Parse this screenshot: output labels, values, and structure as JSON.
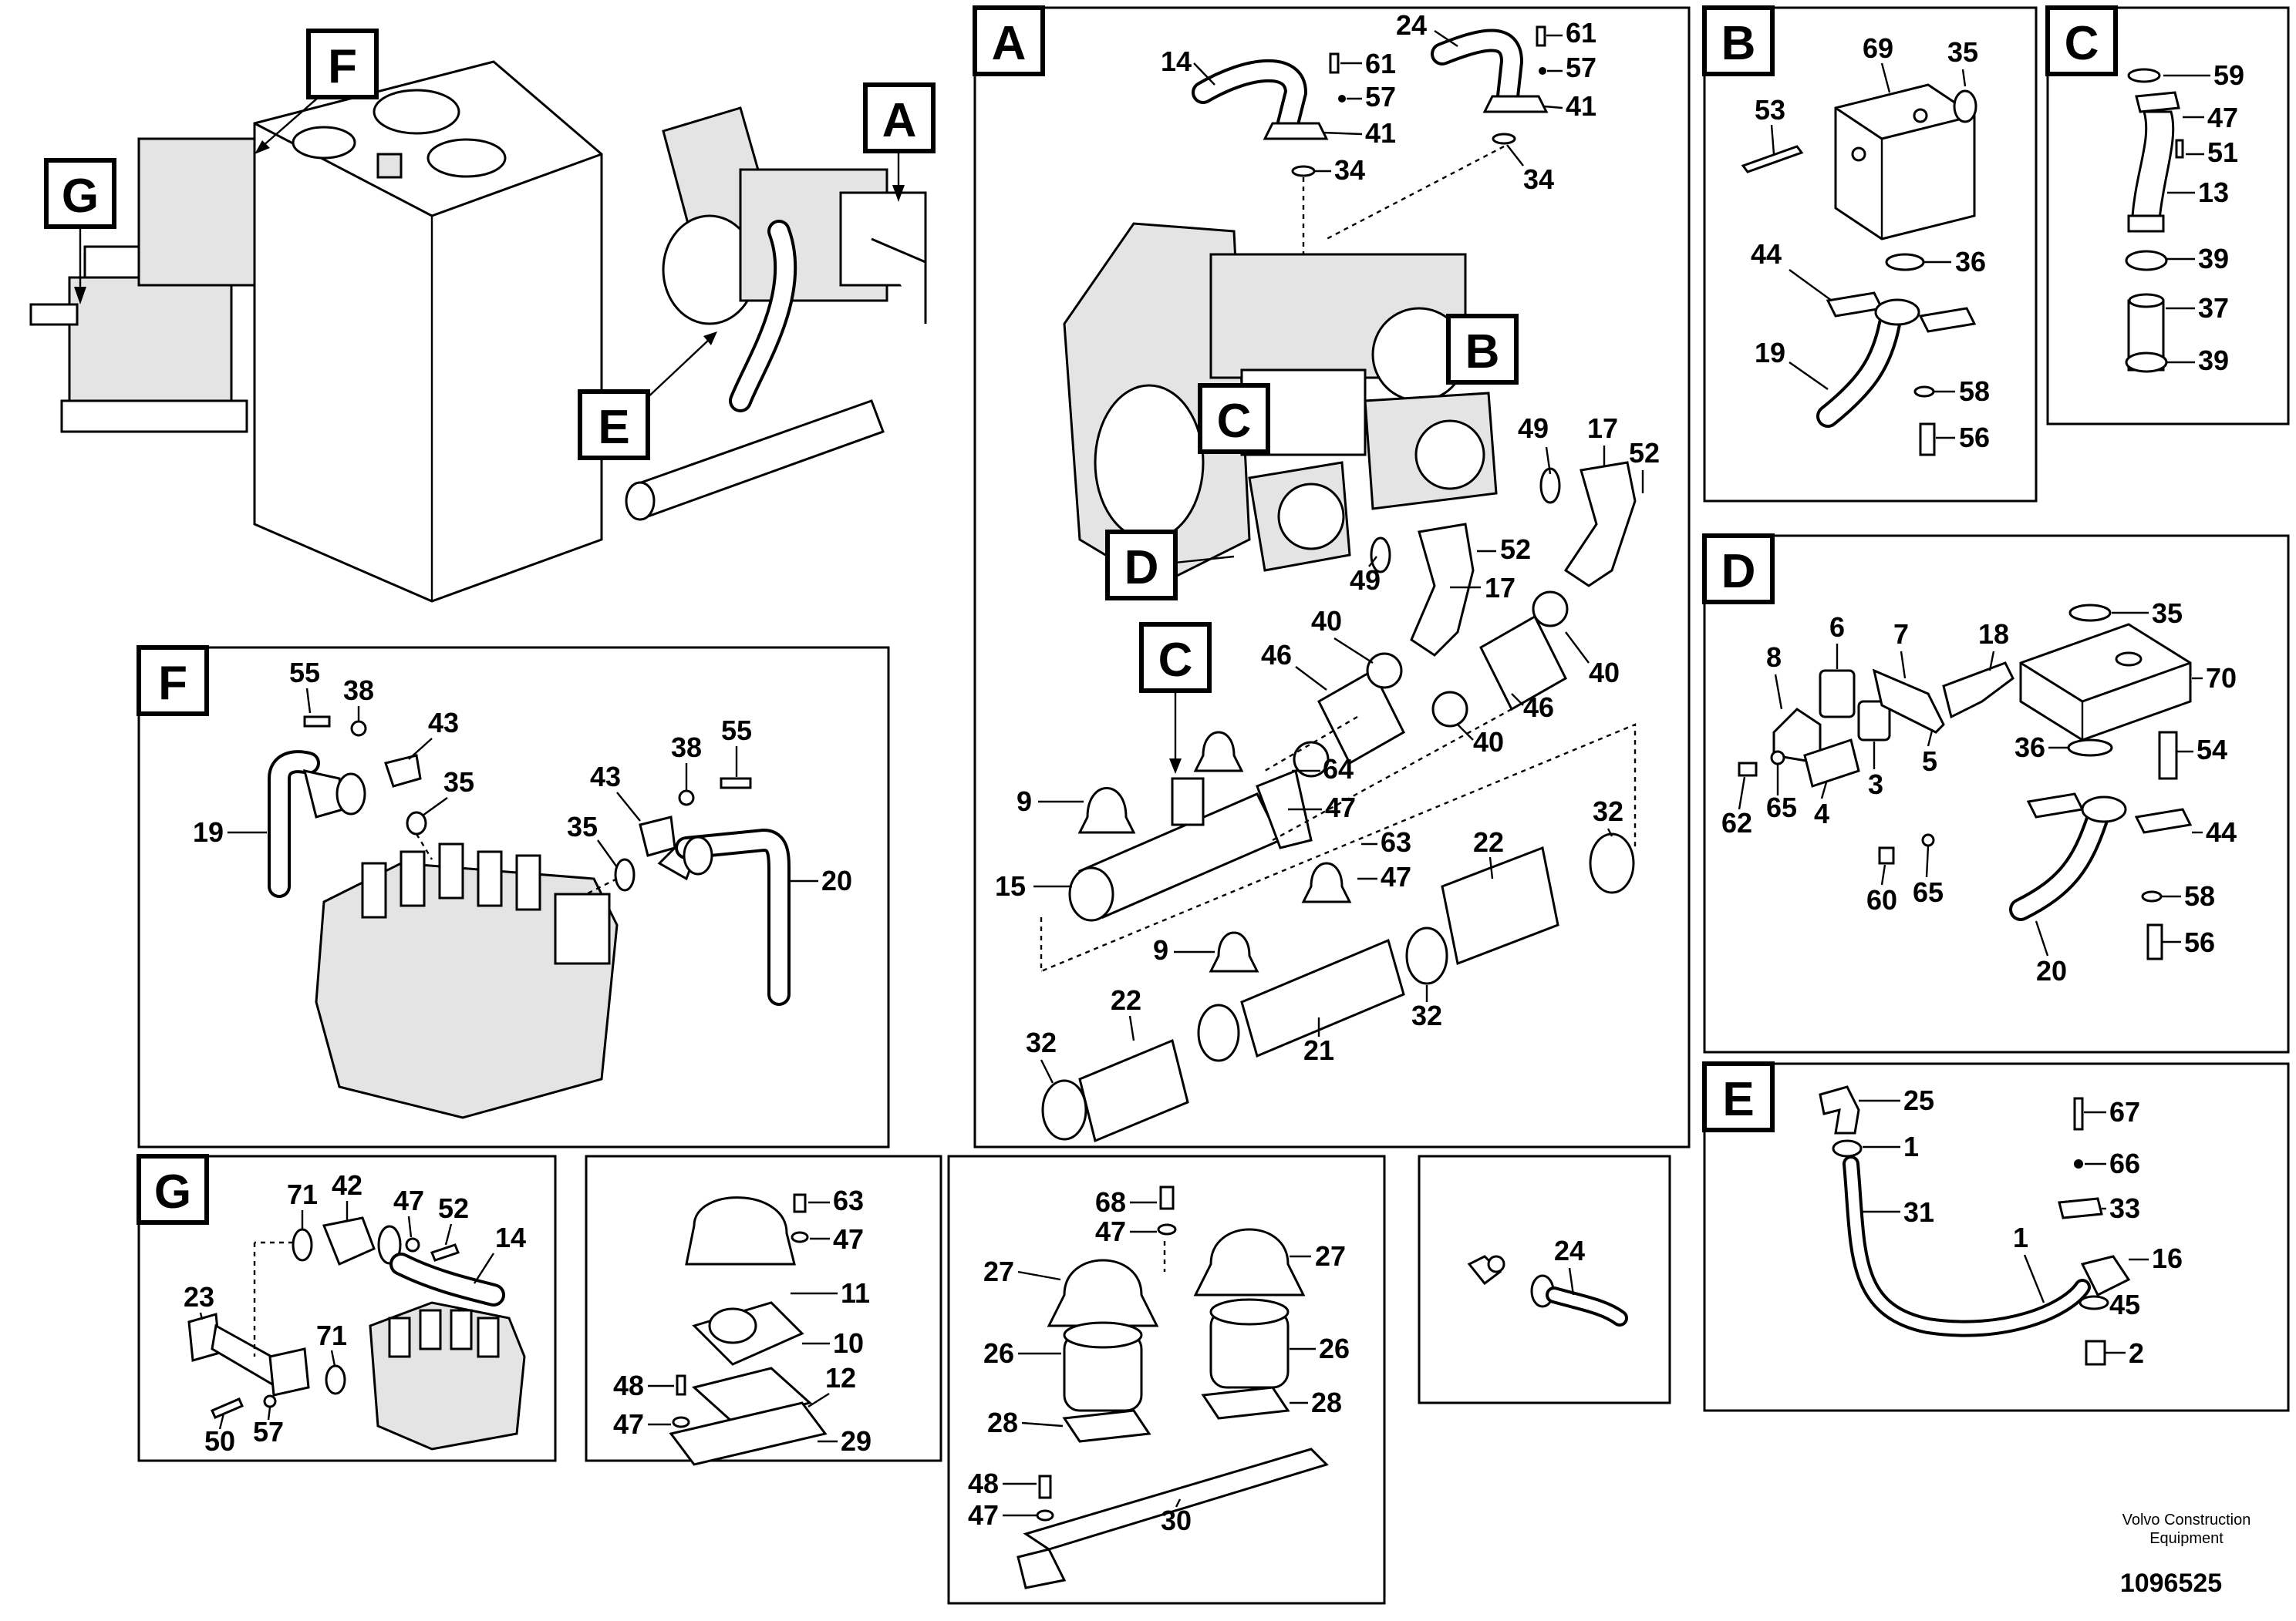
{
  "overview": {
    "tags": [
      "G",
      "F",
      "A",
      "E"
    ]
  },
  "panels": {
    "A": {
      "tag": "A",
      "subtags": [
        "C",
        "B",
        "D",
        "C"
      ],
      "labels": [
        "14",
        "61",
        "57",
        "41",
        "24",
        "61",
        "57",
        "41",
        "34",
        "34",
        "49",
        "17",
        "52",
        "49",
        "52",
        "17",
        "40",
        "46",
        "40",
        "46",
        "40",
        "9",
        "15",
        "64",
        "47",
        "63",
        "47",
        "22",
        "32",
        "9",
        "22",
        "32",
        "21",
        "32"
      ]
    },
    "B": {
      "tag": "B",
      "labels": [
        "69",
        "35",
        "53",
        "44",
        "36",
        "19",
        "58",
        "56"
      ]
    },
    "C": {
      "tag": "C",
      "labels": [
        "59",
        "47",
        "51",
        "13",
        "39",
        "37",
        "39"
      ]
    },
    "D": {
      "tag": "D",
      "labels": [
        "6",
        "7",
        "18",
        "35",
        "8",
        "70",
        "36",
        "54",
        "62",
        "65",
        "4",
        "3",
        "5",
        "44",
        "60",
        "65",
        "58",
        "56",
        "20"
      ]
    },
    "E": {
      "tag": "E",
      "labels": [
        "25",
        "1",
        "31",
        "67",
        "66",
        "33",
        "1",
        "16",
        "45",
        "2"
      ]
    },
    "F": {
      "tag": "F",
      "labels": [
        "55",
        "38",
        "43",
        "19",
        "35",
        "43",
        "38",
        "55",
        "35",
        "20"
      ]
    },
    "G": {
      "tag": "G",
      "labels": [
        "71",
        "42",
        "47",
        "52",
        "14",
        "23",
        "71",
        "50",
        "57"
      ]
    },
    "H": {
      "labels": [
        "63",
        "47",
        "11",
        "10",
        "48",
        "12",
        "47",
        "29"
      ]
    },
    "I": {
      "labels": [
        "68",
        "47",
        "27",
        "27",
        "26",
        "26",
        "28",
        "28",
        "48",
        "47",
        "30"
      ]
    },
    "J": {
      "labels": [
        "24"
      ]
    }
  },
  "footer": {
    "line1": "Volvo Construction",
    "line2": "Equipment",
    "doc_number": "1096525"
  }
}
